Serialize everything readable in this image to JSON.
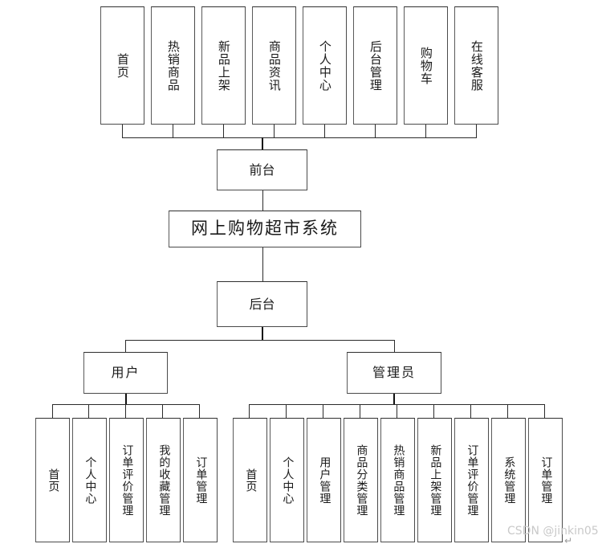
{
  "diagram": {
    "title": "网上购物超市系统",
    "type": "system-structure-tree",
    "watermark": "CSDN @jinkin05",
    "pilcrow": "↵",
    "colors": {
      "box_border": "#4a4a4a",
      "connector": "#2b2b2b",
      "background": "#ffffff",
      "text": "#1a1a1a",
      "watermark": "#c9c9c9"
    },
    "root": {
      "label": "网上购物超市系统"
    },
    "frontend": {
      "label": "前台"
    },
    "backend": {
      "label": "后台"
    },
    "roles": {
      "user": {
        "label": "用户"
      },
      "admin": {
        "label": "管理员"
      }
    },
    "frontend_items": [
      {
        "label": "首页"
      },
      {
        "label": "热销商品"
      },
      {
        "label": "新品上架"
      },
      {
        "label": "商品资讯"
      },
      {
        "label": "个人中心"
      },
      {
        "label": "后台管理"
      },
      {
        "label": "购物车"
      },
      {
        "label": "在线客服"
      }
    ],
    "user_items": [
      {
        "label": "首页"
      },
      {
        "label": "个人中心"
      },
      {
        "label": "订单评价管理"
      },
      {
        "label": "我的收藏管理"
      },
      {
        "label": "订单管理"
      }
    ],
    "admin_items": [
      {
        "label": "首页"
      },
      {
        "label": "个人中心"
      },
      {
        "label": "用户管理"
      },
      {
        "label": "商品分类管理"
      },
      {
        "label": "热销商品管理"
      },
      {
        "label": "新品上架管理"
      },
      {
        "label": "订单评价管理"
      },
      {
        "label": "系统管理"
      },
      {
        "label": "订单管理"
      }
    ]
  }
}
